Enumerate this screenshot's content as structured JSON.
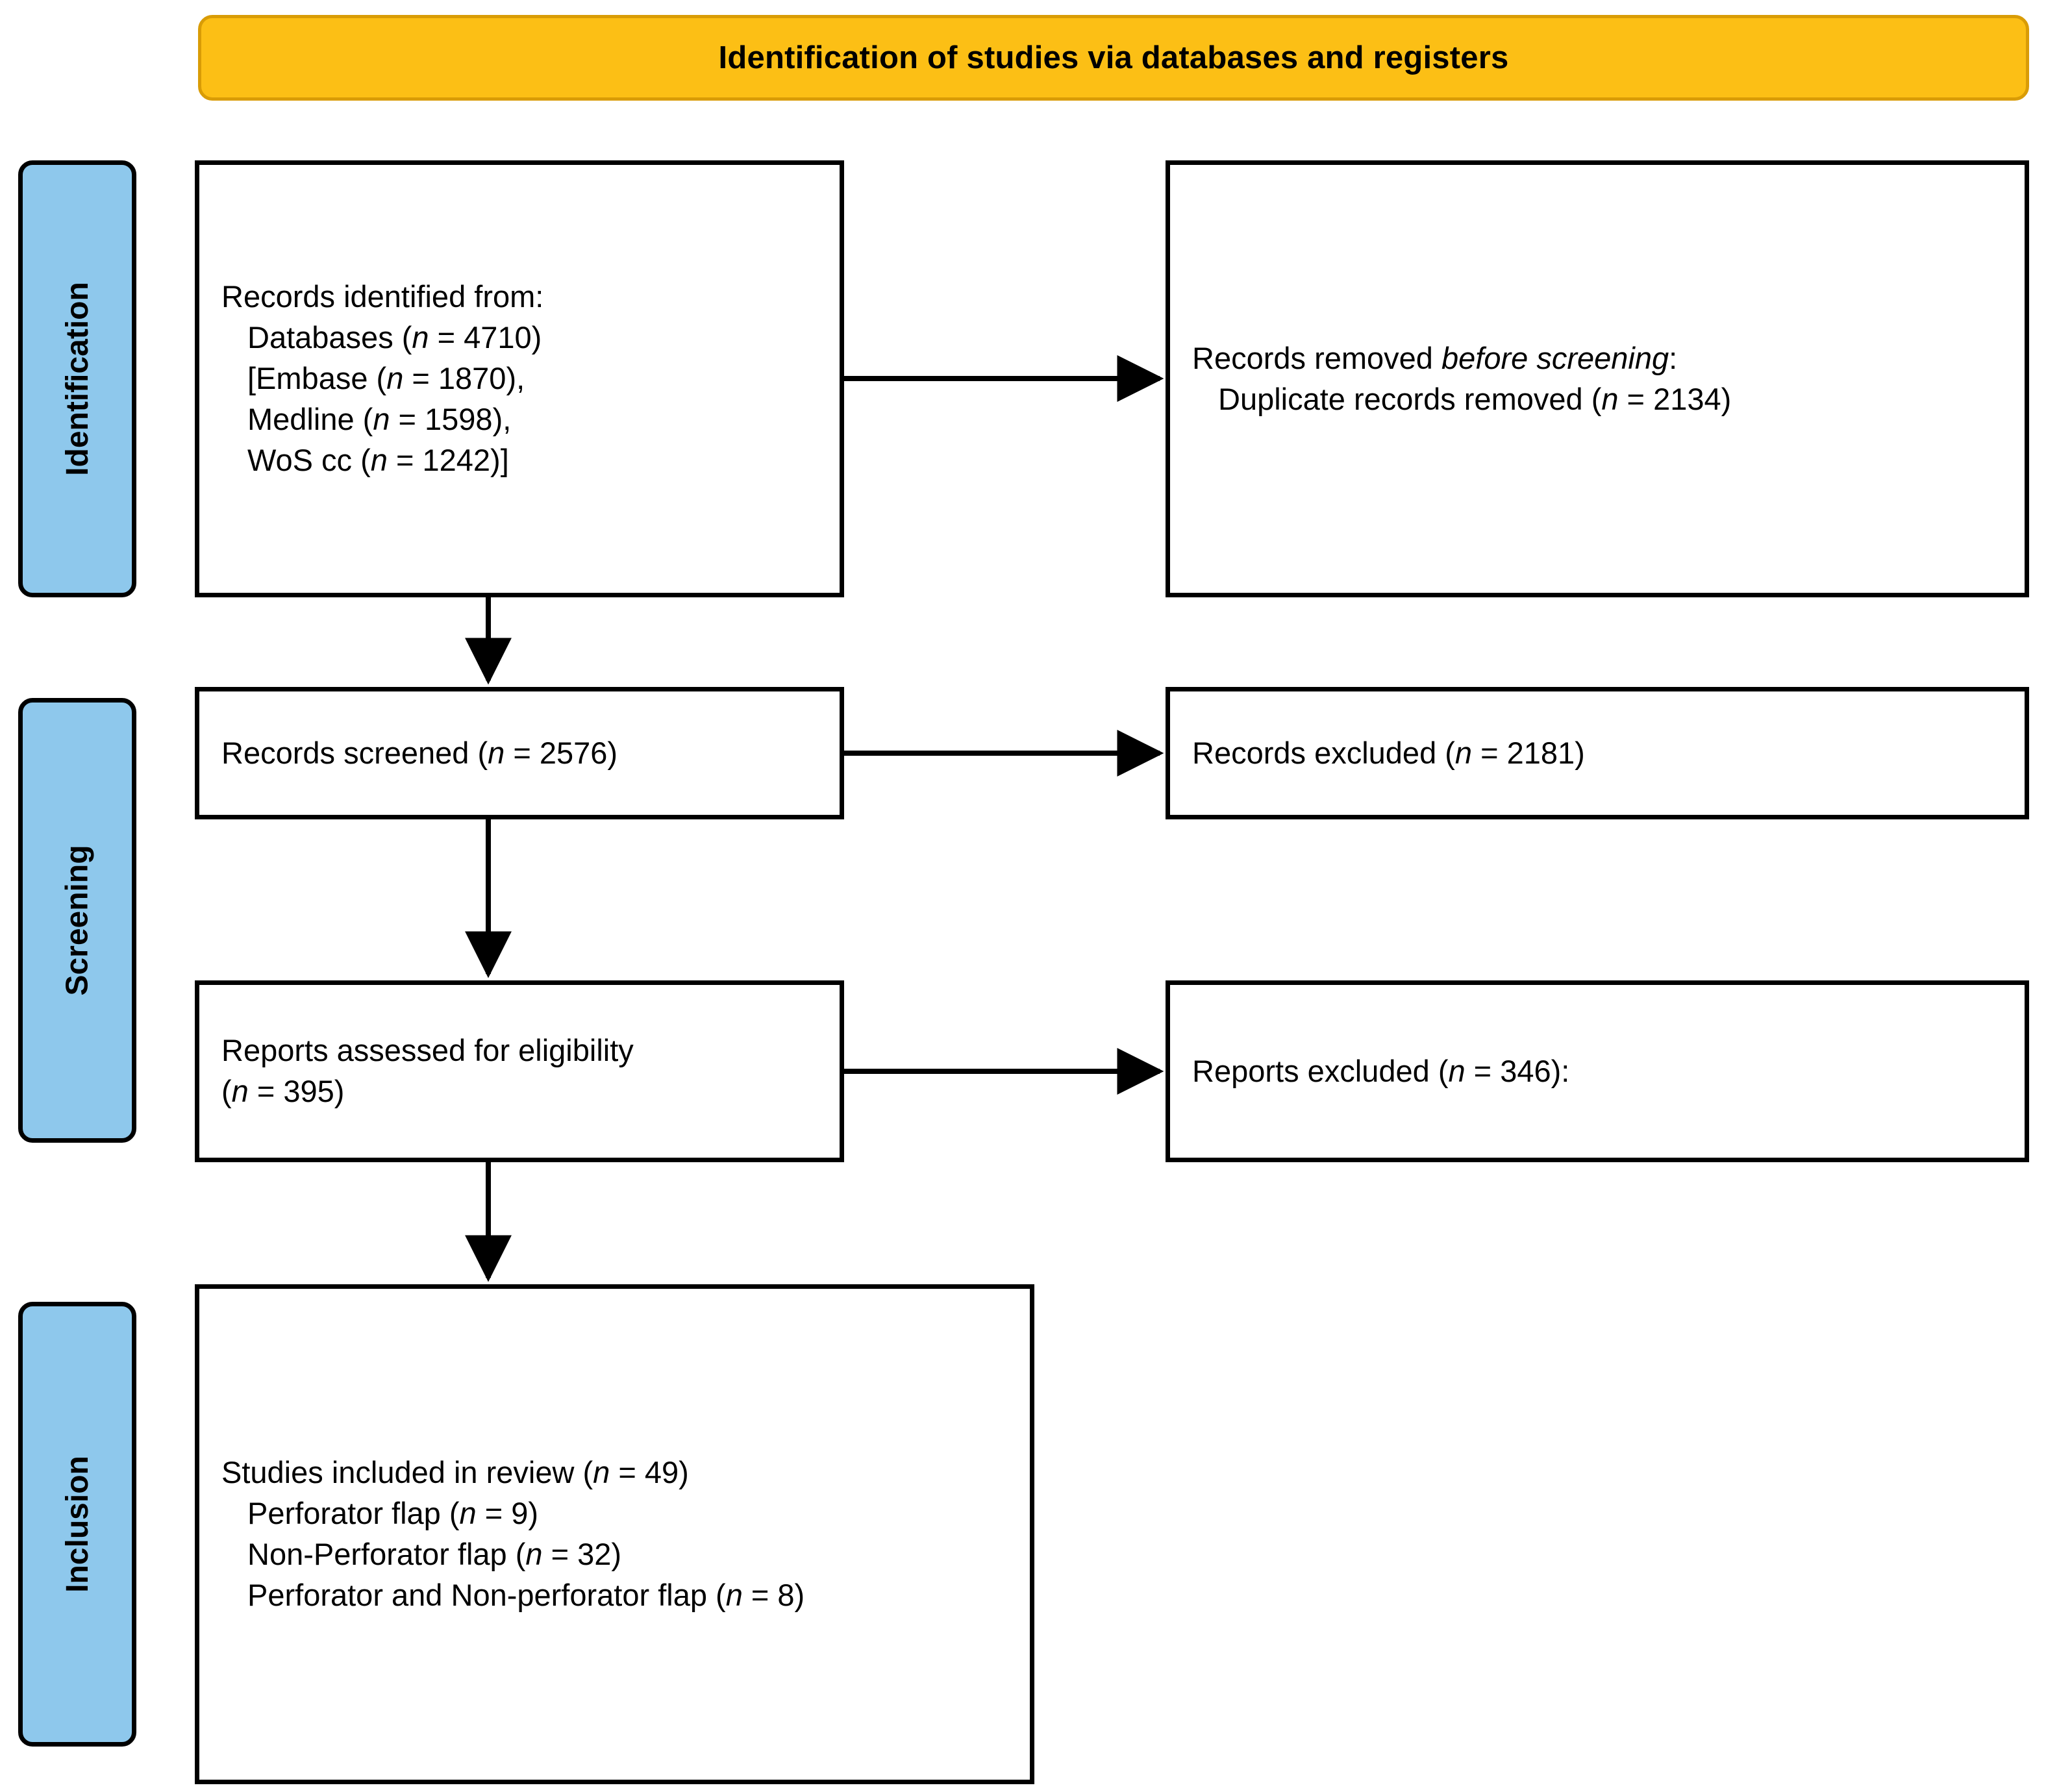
{
  "header": {
    "title": "Identification of studies via databases and registers"
  },
  "stages": [
    {
      "id": "identification",
      "label": "Identification"
    },
    {
      "id": "screening",
      "label": "Screening"
    },
    {
      "id": "inclusion",
      "label": "Inclusion"
    }
  ],
  "boxes": {
    "identified": {
      "lines": [
        "Records identified from:",
        "Databases (n = 4710)",
        "[Embase (n = 1870),",
        "Medline (n = 1598),",
        "WoS cc (n = 1242)]"
      ],
      "l0": "Records identified from:",
      "l1_pre": "Databases (",
      "l1_n": "n",
      "l1_post": " = 4710)",
      "l2_pre": "[Embase (",
      "l2_n": "n",
      "l2_post": " = 1870),",
      "l3_pre": "Medline (",
      "l3_n": "n",
      "l3_post": " = 1598),",
      "l4_pre": "WoS cc (",
      "l4_n": "n",
      "l4_post": " = 1242)]"
    },
    "removed": {
      "l0_pre": "Records removed ",
      "l0_ital": "before screening",
      "l0_post": ":",
      "l1_pre": "Duplicate records removed (",
      "l1_n": "n",
      "l1_post": " = 2134)"
    },
    "screened": {
      "l0_pre": "Records screened (",
      "l0_n": "n",
      "l0_post": " = 2576)"
    },
    "records_excluded": {
      "l0_pre": "Records excluded (",
      "l0_n": "n",
      "l0_post": " = 2181)"
    },
    "eligibility": {
      "l0": "Reports assessed for eligibility",
      "l1_pre": "(",
      "l1_n": "n",
      "l1_post": " = 395)"
    },
    "reports_excluded": {
      "l0_pre": "Reports excluded (",
      "l0_n": "n",
      "l0_post": " = 346):"
    },
    "included": {
      "l0_pre": "Studies included in review (",
      "l0_n": "n",
      "l0_post": " = 49)",
      "l1_pre": "Perforator flap (",
      "l1_n": "n",
      "l1_post": " = 9)",
      "l2_pre": "Non-Perforator flap (",
      "l2_n": "n",
      "l2_post": " = 32)",
      "l3_pre": "Perforator and Non-perforator flap (",
      "l3_n": "n",
      "l3_post": " = 8)"
    }
  },
  "counts": {
    "databases_total": 4710,
    "embase": 1870,
    "medline": 1598,
    "wos_cc": 1242,
    "duplicates_removed": 2134,
    "records_screened": 2576,
    "records_excluded": 2181,
    "reports_assessed": 395,
    "reports_excluded": 346,
    "studies_included": 49,
    "perforator_flap": 9,
    "non_perforator_flap": 32,
    "perforator_and_non_perforator_flap": 8
  },
  "colors": {
    "banner_fill": "#fcbf15",
    "banner_border": "#d99c06",
    "pill_fill": "#8ec8ec",
    "line": "#000000",
    "box_fill": "#ffffff"
  }
}
